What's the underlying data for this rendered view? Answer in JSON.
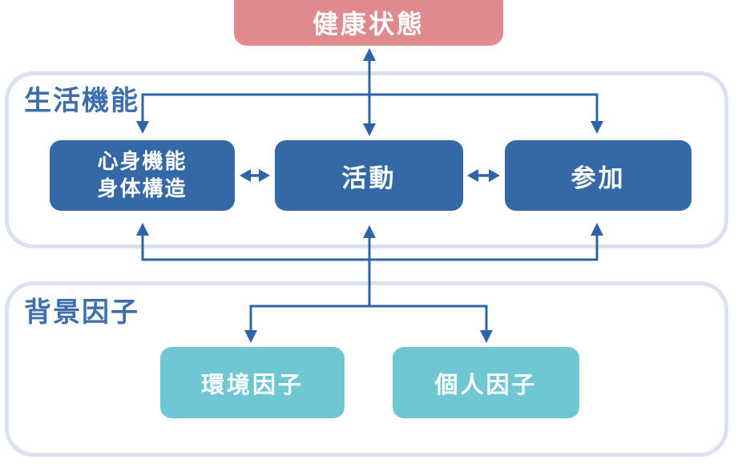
{
  "diagram": {
    "type": "flow-diagram",
    "topic": "ICF model (International Classification of Functioning) in Japanese",
    "health_box": {
      "label": "健康状態",
      "color": "#e18a8e"
    },
    "life_section": {
      "label": "生活機能",
      "border_color": "#d9e2ee",
      "label_color": "#3d6fac",
      "boxes": [
        {
          "label": "心身機能\n身体構造",
          "color": "#3468a6"
        },
        {
          "label": "活動",
          "color": "#3468a6"
        },
        {
          "label": "参加",
          "color": "#3468a6"
        }
      ]
    },
    "background_section": {
      "label": "背景因子",
      "border_color": "#d9e2ee",
      "label_color": "#3d6fac",
      "boxes": [
        {
          "label": "環境因子",
          "color": "#6fc7d4"
        },
        {
          "label": "個人因子",
          "color": "#6fc7d4"
        }
      ]
    },
    "arrow_color": "#2f63a7",
    "relationships": [
      {
        "from": "健康状態",
        "to": "活動",
        "bidirectional": true
      },
      {
        "from": "健康状態",
        "to": "心身機能身体構造",
        "direction": "down"
      },
      {
        "from": "健康状態",
        "to": "参加",
        "direction": "down"
      },
      {
        "from": "心身機能身体構造",
        "to": "活動",
        "bidirectional": true
      },
      {
        "from": "活動",
        "to": "参加",
        "bidirectional": true
      },
      {
        "from": "背景因子",
        "to": "心身機能身体構造",
        "direction": "up"
      },
      {
        "from": "背景因子",
        "to": "活動",
        "direction": "up"
      },
      {
        "from": "背景因子",
        "to": "参加",
        "direction": "up"
      },
      {
        "from": "背景因子",
        "to": "環境因子",
        "direction": "down"
      },
      {
        "from": "背景因子",
        "to": "個人因子",
        "direction": "down"
      }
    ]
  }
}
